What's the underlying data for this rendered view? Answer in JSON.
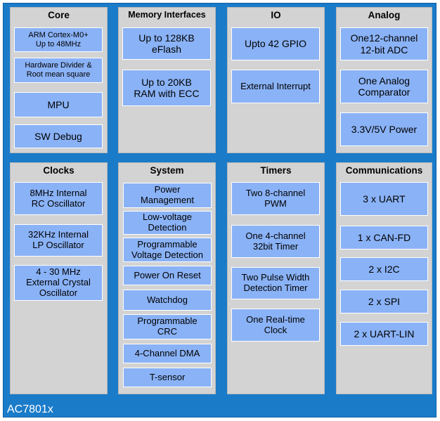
{
  "chip": {
    "name": "AC7801x",
    "colors": {
      "background": "#1a7bc9",
      "panel": "#d3d3d3",
      "block": "#8ab2f6"
    }
  },
  "panels": {
    "core": {
      "title": "Core",
      "items": [
        "ARM Cortex-M0+\nUp to 48MHz",
        "Hardware Divider &\nRoot mean square",
        "MPU",
        "SW Debug"
      ]
    },
    "memory": {
      "title": "Memory Interfaces",
      "items": [
        "Up to 128KB\neFlash",
        "Up to 20KB\nRAM with ECC"
      ]
    },
    "io": {
      "title": "IO",
      "items": [
        "Upto 42 GPIO",
        "External Interrupt"
      ]
    },
    "analog": {
      "title": "Analog",
      "items": [
        "One12-channel\n12-bit ADC",
        "One Analog\nComparator",
        "3.3V/5V Power"
      ]
    },
    "clocks": {
      "title": "Clocks",
      "items": [
        "8MHz Internal\nRC Oscillator",
        "32KHz Internal\nLP Oscillator",
        "4 - 30 MHz\nExternal Crystal\nOscillator"
      ]
    },
    "system": {
      "title": "System",
      "items": [
        "Power\nManagement",
        "Low-voltage\nDetection",
        "Programmable\nVoltage Detection",
        "Power On Reset",
        "Watchdog",
        "Programmable\nCRC",
        "4-Channel DMA",
        "T-sensor"
      ]
    },
    "timers": {
      "title": "Timers",
      "items": [
        "Two 8-channel\nPWM",
        "One 4-channel\n32bit Timer",
        "Two Pulse Width\nDetection Timer",
        "One Real-time\nClock"
      ]
    },
    "communications": {
      "title": "Communications",
      "items": [
        "3 x UART",
        "1 x CAN-FD",
        "2 x I2C",
        "2 x SPI",
        "2 x UART-LIN"
      ]
    }
  }
}
